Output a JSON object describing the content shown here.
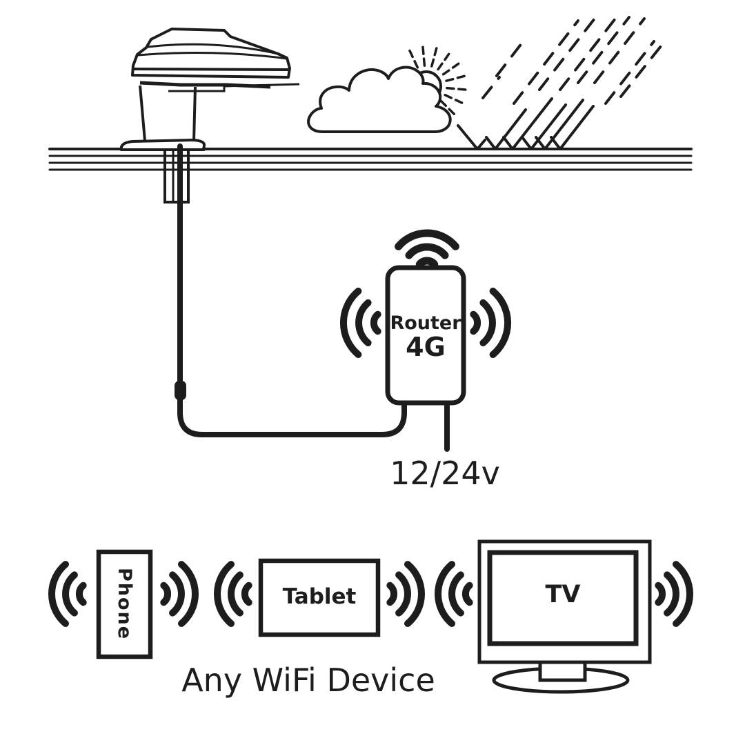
{
  "diagram": {
    "background_color": "#ffffff",
    "ink_color": "#1d1d1d",
    "router": {
      "label": "Router",
      "sub_label": "4G"
    },
    "power_label": "12/24v",
    "devices": [
      {
        "label": "Phone"
      },
      {
        "label": "Tablet"
      },
      {
        "label": "TV"
      }
    ],
    "caption": "Any WiFi Device",
    "icons": {
      "antenna": "antenna-dome-icon",
      "roof": "roof-lines",
      "cloud": "cloud-icon",
      "sun": "sun-icon",
      "rain": "rain-icon",
      "wifi": "wifi-waves-icon",
      "cable": "coax-cable",
      "power_cable": "power-cable",
      "router": "router-box",
      "phone": "phone-icon",
      "tablet": "tablet-icon",
      "tv": "tv-icon"
    }
  }
}
